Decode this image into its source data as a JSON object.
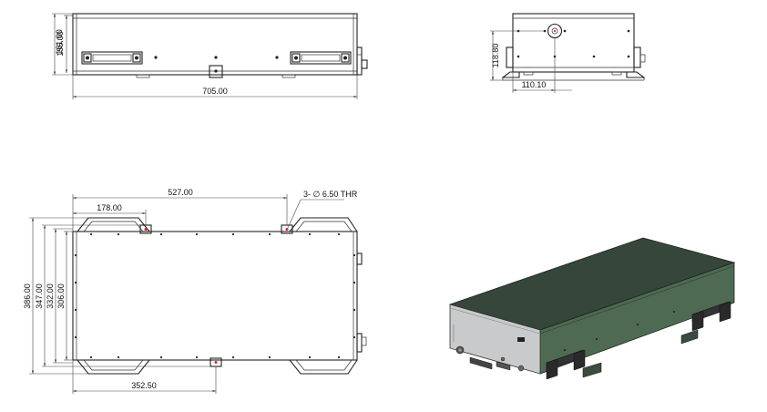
{
  "dimensions": {
    "front_height_outer": "161.00",
    "front_height_inner": "155.00",
    "front_length": "705.00",
    "side_height": "118.80",
    "side_width": "110.10",
    "top_span": "527.00",
    "top_handle": "178.00",
    "hole_note": "3- ∅ 6.50 THR",
    "top_width_outer": "386.00",
    "top_width_2": "347.00",
    "top_width_3": "332.00",
    "top_width_inner": "306.00",
    "bottom_offset": "352.50"
  }
}
